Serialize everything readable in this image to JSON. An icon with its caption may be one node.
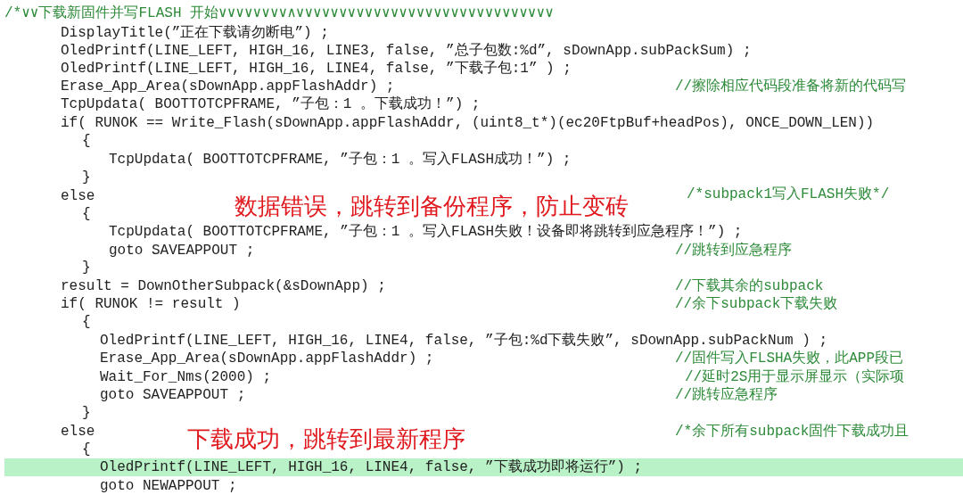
{
  "diagram": {
    "labels": [
      "/*∨∨下载新固件并写FLASH 开始∨∨∨∨∨∨∨∨∧∨∨∨∨∨∨∨∨∨∨∨∨∨∨∨∨∨∨∨∨∨∨∨∨∨∨∨∨∨∨",
      "DisplayTitle(”正在下载请勿断电”) ;",
      "OledPrintf(LINE_LEFT, HIGH_16, LINE3, false, ”总子包数:%d”, sDownApp.subPackSum) ;",
      "OledPrintf(LINE_LEFT, HIGH_16, LINE4, false, ”下载子包:1” ) ;",
      "Erase_App_Area(sDownApp.appFlashAddr) ;",
      "//擦除相应代码段准备将新的代码写",
      "TcpUpdata( BOOTTOTCPFRAME, ”子包：1 。下载成功！”) ;",
      "if( RUNOK == Write_Flash(sDownApp.appFlashAddr, (uint8_t*)(ec20FtpBuf+headPos), ONCE_DOWN_LEN))",
      "{",
      "TcpUpdata( BOOTTOTCPFRAME, ”子包：1 。写入FLASH成功！”) ;",
      "}",
      "else",
      "/*subpack1写入FLASH失败*/",
      "数据错误，跳转到备份程序，防止变砖",
      "{",
      "TcpUpdata( BOOTTOTCPFRAME, ”子包：1 。写入FLASH失败！设备即将跳转到应急程序！”) ;",
      "goto SAVEAPPOUT ;",
      "//跳转到应急程序",
      "}",
      "result = DownOtherSubpack(&sDownApp) ;",
      "//下载其余的subpack",
      "if( RUNOK != result )",
      "//余下subpack下载失败",
      "{",
      "OledPrintf(LINE_LEFT, HIGH_16, LINE4, false, ”子包:%d下载失败”, sDownApp.subPackNum ) ;",
      "Erase_App_Area(sDownApp.appFlashAddr) ;",
      "//固件写入FLSHA失败，此APP段已",
      "Wait_For_Nms(2000) ;",
      "//延时2S用于显示屏显示（实际项",
      "goto SAVEAPPOUT ;",
      "//跳转应急程序",
      "}",
      "else",
      "/*余下所有subpack固件下载成功且",
      "下载成功，跳转到最新程序",
      "{",
      "OledPrintf(LINE_LEFT, HIGH_16, LINE4, false, ”下载成功即将运行”) ;",
      "goto NEWAPPOUT ;"
    ]
  }
}
